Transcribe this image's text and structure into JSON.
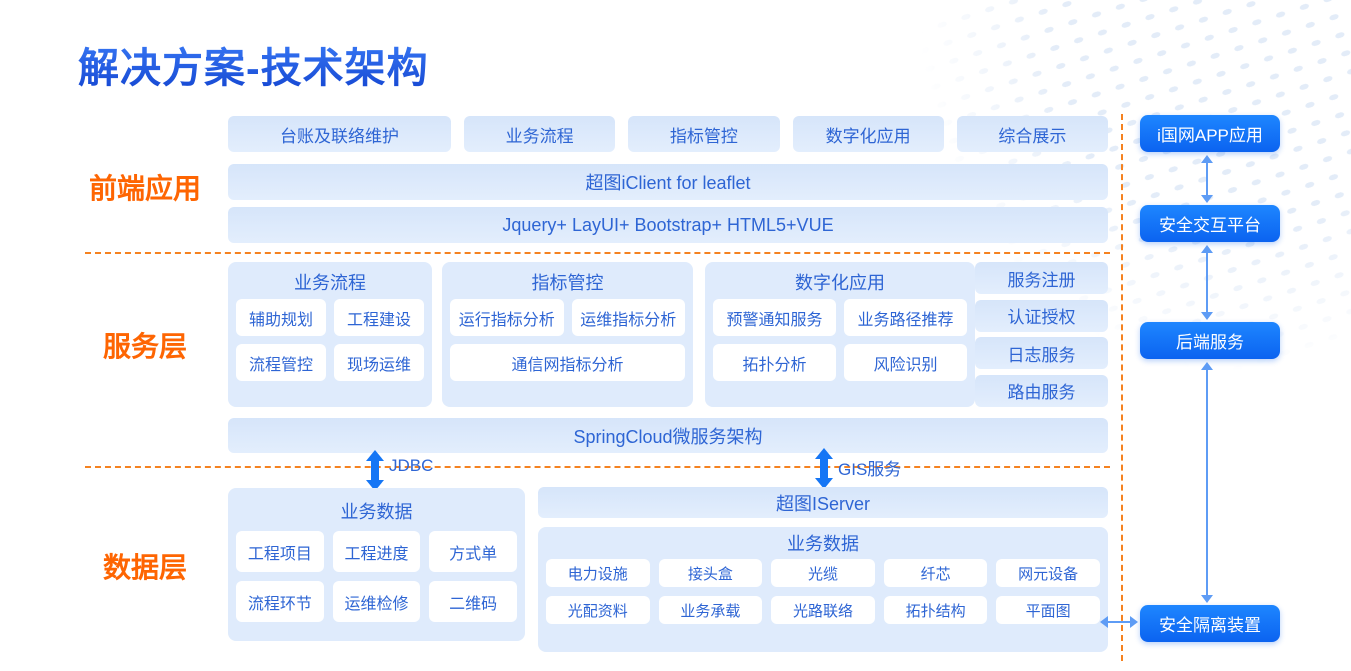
{
  "title": "解决方案-技术架构",
  "frontend": {
    "label": "前端应用",
    "apps": [
      "台账及联络维护",
      "业务流程",
      "指标管控",
      "数字化应用",
      "综合展示"
    ],
    "bar1": "超图iClient for leaflet",
    "bar2": "Jquery+ LayUI+ Bootstrap+ HTML5+VUE"
  },
  "service": {
    "label": "服务层",
    "group1": {
      "title": "业务流程",
      "items": [
        "辅助规划",
        "工程建设",
        "流程管控",
        "现场运维"
      ]
    },
    "group2": {
      "title": "指标管控",
      "items": [
        "运行指标分析",
        "运维指标分析"
      ],
      "wide_item": "通信网指标分析"
    },
    "group3": {
      "title": "数字化应用",
      "items": [
        "预警通知服务",
        "业务路径推荐",
        "拓扑分析",
        "风险识别"
      ]
    },
    "side_services": [
      "服务注册",
      "认证授权",
      "日志服务",
      "路由服务"
    ],
    "bar": "SpringCloud微服务架构"
  },
  "connectors": {
    "jdbc_label": "JDBC",
    "gis_label": "GIS服务"
  },
  "data_layer": {
    "label": "数据层",
    "left_group": {
      "title": "业务数据",
      "items": [
        "工程项目",
        "工程进度",
        "方式单",
        "流程环节",
        "运维检修",
        "二维码"
      ]
    },
    "bar": "超图IServer",
    "right_group": {
      "title": "业务数据",
      "items": [
        "电力设施",
        "接头盒",
        "光缆",
        "纤芯",
        "网元设备",
        "光配资料",
        "业务承载",
        "光路联络",
        "拓扑结构",
        "平面图"
      ]
    }
  },
  "right_rail": {
    "items": [
      "i国网APP应用",
      "安全交互平台",
      "后端服务",
      "安全隔离装置"
    ]
  },
  "colors": {
    "title_blue": "#1f5be0",
    "text_blue": "#2e65d4",
    "light_box_bg": "#dce9fb",
    "panel_bg": "#dfebfc",
    "solid_blue": "#0f6ffb",
    "orange_label": "#fe6502",
    "dashed_orange": "#f58220",
    "thick_arrow_blue": "#1576f5",
    "thin_arrow_blue": "#5e9cf5"
  }
}
